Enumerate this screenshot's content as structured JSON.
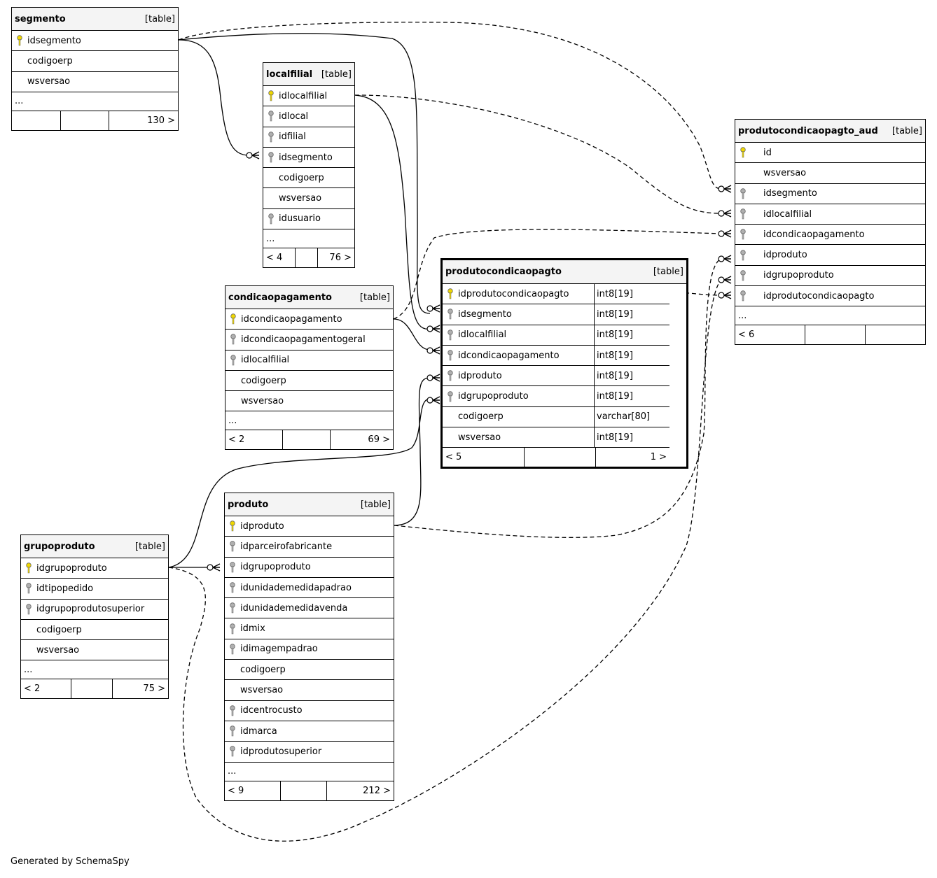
{
  "tables": [
    {
      "id": "segmento",
      "name": "segmento",
      "tag": "[table]",
      "focus": false,
      "columns": [
        {
          "name": "idsegmento",
          "key": "pk"
        },
        {
          "name": "codigoerp",
          "key": ""
        },
        {
          "name": "wsversao",
          "key": ""
        }
      ],
      "more": "...",
      "footer": [
        "",
        "",
        "130 >"
      ]
    },
    {
      "id": "localfilial",
      "name": "localfilial",
      "tag": "[table]",
      "focus": false,
      "columns": [
        {
          "name": "idlocalfilial",
          "key": "pk"
        },
        {
          "name": "idlocal",
          "key": "fk"
        },
        {
          "name": "idfilial",
          "key": "fk"
        },
        {
          "name": "idsegmento",
          "key": "fk"
        },
        {
          "name": "codigoerp",
          "key": ""
        },
        {
          "name": "wsversao",
          "key": ""
        },
        {
          "name": "idusuario",
          "key": "fk"
        }
      ],
      "more": "...",
      "footer": [
        "< 4",
        "",
        "76 >"
      ]
    },
    {
      "id": "condicaopagamento",
      "name": "condicaopagamento",
      "tag": "[table]",
      "focus": false,
      "columns": [
        {
          "name": "idcondicaopagamento",
          "key": "pk"
        },
        {
          "name": "idcondicaopagamentogeral",
          "key": "fk"
        },
        {
          "name": "idlocalfilial",
          "key": "fk"
        },
        {
          "name": "codigoerp",
          "key": ""
        },
        {
          "name": "wsversao",
          "key": ""
        }
      ],
      "more": "...",
      "footer": [
        "< 2",
        "",
        "69 >"
      ]
    },
    {
      "id": "produtocondicaopagto",
      "name": "produtocondicaopagto",
      "tag": "[table]",
      "focus": true,
      "columns": [
        {
          "name": "idprodutocondicaopagto",
          "key": "pk",
          "type": "int8[19]"
        },
        {
          "name": "idsegmento",
          "key": "fk",
          "type": "int8[19]"
        },
        {
          "name": "idlocalfilial",
          "key": "fk",
          "type": "int8[19]"
        },
        {
          "name": "idcondicaopagamento",
          "key": "fk",
          "type": "int8[19]"
        },
        {
          "name": "idproduto",
          "key": "fk",
          "type": "int8[19]"
        },
        {
          "name": "idgrupoproduto",
          "key": "fk",
          "type": "int8[19]"
        },
        {
          "name": "codigoerp",
          "key": "",
          "type": "varchar[80]"
        },
        {
          "name": "wsversao",
          "key": "",
          "type": "int8[19]"
        }
      ],
      "more": "",
      "footer": [
        "< 5",
        "",
        "1 >"
      ]
    },
    {
      "id": "produtocondicaopagto_aud",
      "name": "produtocondicaopagto_aud",
      "tag": "[table]",
      "focus": false,
      "columns": [
        {
          "name": "id",
          "key": "pk"
        },
        {
          "name": "wsversao",
          "key": ""
        },
        {
          "name": "idsegmento",
          "key": "fk"
        },
        {
          "name": "idlocalfilial",
          "key": "fk"
        },
        {
          "name": "idcondicaopagamento",
          "key": "fk"
        },
        {
          "name": "idproduto",
          "key": "fk"
        },
        {
          "name": "idgrupoproduto",
          "key": "fk"
        },
        {
          "name": "idprodutocondicaopagto",
          "key": "fk"
        }
      ],
      "more": "...",
      "footer": [
        "< 6",
        "",
        ""
      ]
    },
    {
      "id": "produto",
      "name": "produto",
      "tag": "[table]",
      "focus": false,
      "columns": [
        {
          "name": "idproduto",
          "key": "pk"
        },
        {
          "name": "idparceirofabricante",
          "key": "fk"
        },
        {
          "name": "idgrupoproduto",
          "key": "fk"
        },
        {
          "name": "idunidademedidapadrao",
          "key": "fk"
        },
        {
          "name": "idunidademedidavenda",
          "key": "fk"
        },
        {
          "name": "idmix",
          "key": "fk"
        },
        {
          "name": "idimagempadrao",
          "key": "fk"
        },
        {
          "name": "codigoerp",
          "key": ""
        },
        {
          "name": "wsversao",
          "key": ""
        },
        {
          "name": "idcentrocusto",
          "key": "fk"
        },
        {
          "name": "idmarca",
          "key": "fk"
        },
        {
          "name": "idprodutosuperior",
          "key": "fk"
        }
      ],
      "more": "...",
      "footer": [
        "< 9",
        "",
        "212 >"
      ]
    },
    {
      "id": "grupoproduto",
      "name": "grupoproduto",
      "tag": "[table]",
      "focus": false,
      "columns": [
        {
          "name": "idgrupoproduto",
          "key": "pk"
        },
        {
          "name": "idtipopedido",
          "key": "fk"
        },
        {
          "name": "idgrupoprodutosuperior",
          "key": "fk"
        },
        {
          "name": "codigoerp",
          "key": ""
        },
        {
          "name": "wsversao",
          "key": ""
        }
      ],
      "more": "...",
      "footer": [
        "< 2",
        "",
        "75 >"
      ]
    }
  ],
  "relationships": [
    {
      "from": "segmento.idsegmento",
      "to": "localfilial.idsegmento",
      "style": "solid"
    },
    {
      "from": "segmento.idsegmento",
      "to": "produtocondicaopagto.idsegmento",
      "style": "solid"
    },
    {
      "from": "segmento.idsegmento",
      "to": "produtocondicaopagto_aud.idsegmento",
      "style": "dashed"
    },
    {
      "from": "localfilial.idlocalfilial",
      "to": "produtocondicaopagto.idlocalfilial",
      "style": "solid"
    },
    {
      "from": "localfilial.idlocalfilial",
      "to": "produtocondicaopagto_aud.idlocalfilial",
      "style": "dashed"
    },
    {
      "from": "condicaopagamento.idcondicaopagamento",
      "to": "produtocondicaopagto.idcondicaopagamento",
      "style": "solid"
    },
    {
      "from": "condicaopagamento.idcondicaopagamento",
      "to": "produtocondicaopagto_aud.idcondicaopagamento",
      "style": "dashed"
    },
    {
      "from": "produto.idproduto",
      "to": "produtocondicaopagto.idproduto",
      "style": "solid"
    },
    {
      "from": "produto.idproduto",
      "to": "produtocondicaopagto_aud.idproduto",
      "style": "dashed"
    },
    {
      "from": "grupoproduto.idgrupoproduto",
      "to": "produto.idgrupoproduto",
      "style": "solid"
    },
    {
      "from": "grupoproduto.idgrupoproduto",
      "to": "produtocondicaopagto.idgrupoproduto",
      "style": "solid"
    },
    {
      "from": "grupoproduto.idgrupoproduto",
      "to": "produtocondicaopagto_aud.idgrupoproduto",
      "style": "dashed"
    },
    {
      "from": "produtocondicaopagto.idprodutocondicaopagto",
      "to": "produtocondicaopagto_aud.idprodutocondicaopagto",
      "style": "dashed"
    }
  ],
  "colors": {
    "pk_key": "#f0d800",
    "fk_key": "#b0b0b0",
    "header_bg": "#f4f4f4"
  },
  "icons": {
    "pk": "key-icon",
    "fk": "foreign-key-icon"
  },
  "footer_text": "Generated by SchemaSpy"
}
